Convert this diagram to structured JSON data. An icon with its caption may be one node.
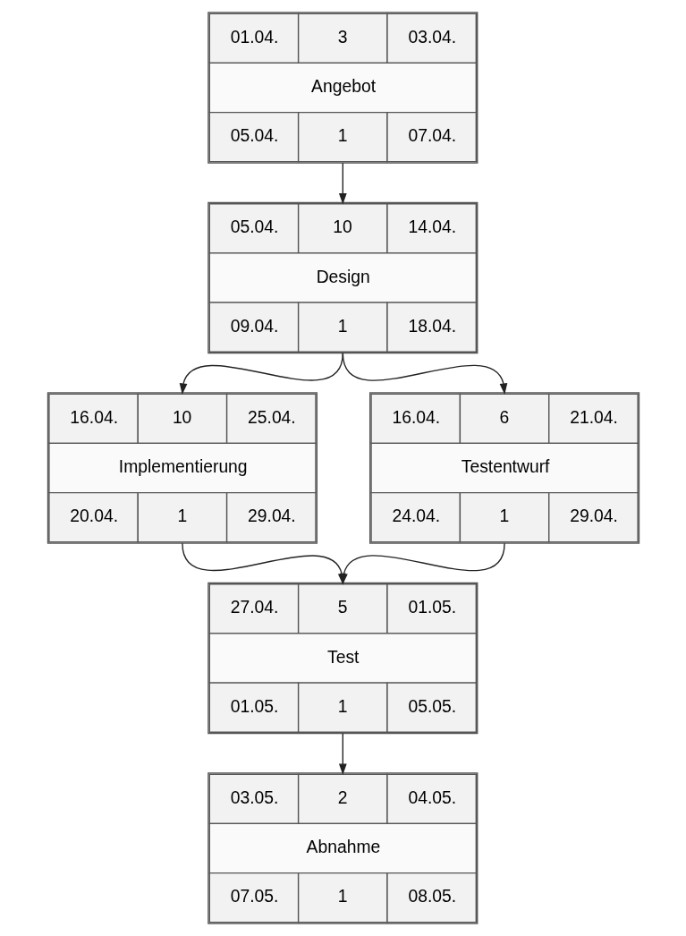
{
  "diagram": {
    "nodes": [
      {
        "text": [
          "01.04.",
          "3",
          "03.04.",
          "Angebot",
          "05.04.",
          "1",
          "07.04."
        ]
      },
      {
        "text": [
          "05.04.",
          "10",
          "14.04.",
          "Design",
          "09.04.",
          "1",
          "18.04."
        ]
      },
      {
        "text": [
          "16.04.",
          "10",
          "25.04.",
          "Implementierung",
          "20.04.",
          "1",
          "29.04."
        ]
      },
      {
        "text": [
          "16.04.",
          "6",
          "21.04.",
          "Testentwurf",
          "24.04.",
          "1",
          "29.04."
        ]
      },
      {
        "text": [
          "27.04.",
          "5",
          "01.05.",
          "Test",
          "01.05.",
          "1",
          "05.05."
        ]
      },
      {
        "text": [
          "03.05.",
          "2",
          "04.05.",
          "Abnahme",
          "07.05.",
          "1",
          "08.05."
        ]
      }
    ],
    "edges": [
      {
        "from": 0,
        "to": 1,
        "arrow": "to"
      },
      {
        "from": 1,
        "to": 2,
        "arrow": "to"
      },
      {
        "from": 1,
        "to": 3,
        "arrow": "to"
      },
      {
        "from": 2,
        "to": 4,
        "arrow": "to"
      },
      {
        "from": 3,
        "to": 4,
        "arrow": "to"
      },
      {
        "from": 4,
        "to": 5,
        "arrow": "to"
      }
    ]
  }
}
